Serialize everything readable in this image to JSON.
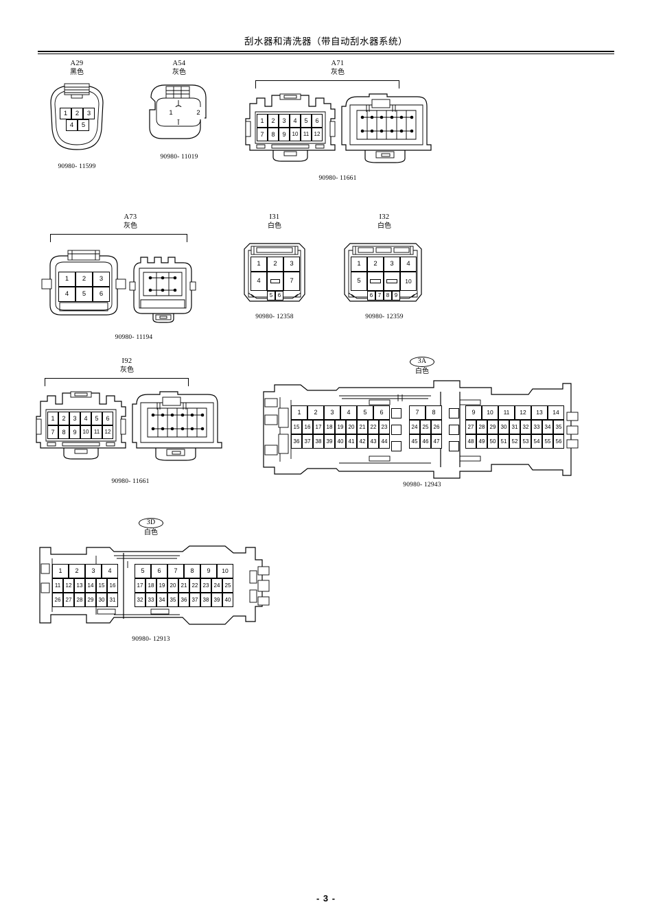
{
  "header": {
    "title": "刮水器和清洗器（带自动刮水器系统）"
  },
  "footer": {
    "page": "- 3 -"
  },
  "connectors": [
    {
      "id": "A29",
      "color_label": "黑色",
      "part_number": "90980- 11599",
      "views": 1,
      "pin_rows": [
        [
          "1",
          "2",
          "3"
        ],
        [
          "4",
          "5"
        ]
      ]
    },
    {
      "id": "A54",
      "color_label": "灰色",
      "part_number": "90980- 11019",
      "views": 1,
      "pin_rows": [
        [
          "1",
          "2"
        ]
      ]
    },
    {
      "id": "A71",
      "color_label": "灰色",
      "part_number": "90980- 11661",
      "views": 2,
      "pin_rows": [
        [
          "1",
          "2",
          "3",
          "4",
          "5",
          "6"
        ],
        [
          "7",
          "8",
          "9",
          "10",
          "11",
          "12"
        ]
      ]
    },
    {
      "id": "A73",
      "color_label": "灰色",
      "part_number": "90980- 11194",
      "views": 2,
      "pin_rows": [
        [
          "1",
          "2",
          "3"
        ],
        [
          "4",
          "5",
          "6"
        ]
      ]
    },
    {
      "id": "I31",
      "color_label": "白色",
      "part_number": "90980- 12358",
      "views": 1,
      "pin_rows": [
        [
          "1",
          "2",
          "3"
        ],
        [
          "4",
          "7"
        ],
        [
          "5",
          "6"
        ]
      ]
    },
    {
      "id": "I32",
      "color_label": "白色",
      "part_number": "90980- 12359",
      "views": 1,
      "pin_rows": [
        [
          "1",
          "2",
          "3",
          "4"
        ],
        [
          "5",
          "10"
        ],
        [
          "6",
          "7",
          "8",
          "9"
        ]
      ]
    },
    {
      "id": "I92",
      "color_label": "灰色",
      "part_number": "90980- 11661",
      "views": 2,
      "pin_rows": [
        [
          "1",
          "2",
          "3",
          "4",
          "5",
          "6"
        ],
        [
          "7",
          "8",
          "9",
          "10",
          "11",
          "12"
        ]
      ]
    },
    {
      "id": "3A",
      "id_style": "oval",
      "color_label": "白色",
      "part_number": "90980- 12943",
      "views": 1,
      "blocks": [
        {
          "name": "left",
          "rows": [
            [
              "1",
              "2",
              "3",
              "4",
              "5",
              "6"
            ],
            [
              "15",
              "16",
              "17",
              "18",
              "19",
              "20",
              "21",
              "22",
              "23"
            ],
            [
              "36",
              "37",
              "38",
              "39",
              "40",
              "41",
              "42",
              "43",
              "44"
            ]
          ]
        },
        {
          "name": "middle",
          "rows": [
            [
              "7",
              "8"
            ],
            [
              "24",
              "25",
              "26"
            ],
            [
              "45",
              "46",
              "47"
            ]
          ]
        },
        {
          "name": "right",
          "rows": [
            [
              "9",
              "10",
              "11",
              "12",
              "13",
              "14"
            ],
            [
              "27",
              "28",
              "29",
              "30",
              "31",
              "32",
              "33",
              "34",
              "35"
            ],
            [
              "48",
              "49",
              "50",
              "51",
              "52",
              "53",
              "54",
              "55",
              "56"
            ]
          ]
        }
      ]
    },
    {
      "id": "3D",
      "id_style": "oval",
      "color_label": "白色",
      "part_number": "90980- 12913",
      "views": 1,
      "blocks": [
        {
          "name": "left",
          "rows": [
            [
              "1",
              "2",
              "3",
              "4"
            ],
            [
              "11",
              "12",
              "13",
              "14",
              "15",
              "16"
            ],
            [
              "26",
              "27",
              "28",
              "29",
              "30",
              "31"
            ]
          ]
        },
        {
          "name": "right",
          "rows": [
            [
              "5",
              "6",
              "7",
              "8",
              "9",
              "10"
            ],
            [
              "17",
              "18",
              "19",
              "20",
              "21",
              "22",
              "23",
              "24",
              "25"
            ],
            [
              "32",
              "33",
              "34",
              "35",
              "36",
              "37",
              "38",
              "39",
              "40"
            ]
          ]
        }
      ]
    }
  ]
}
